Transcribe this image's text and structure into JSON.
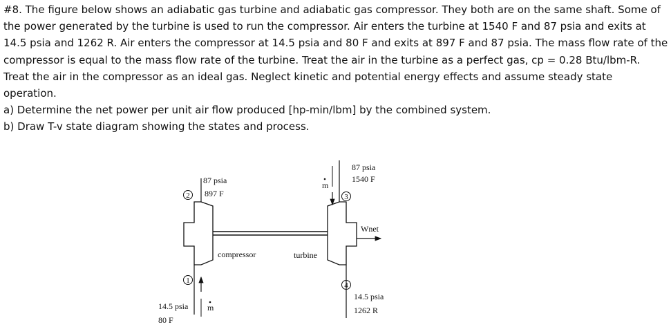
{
  "problem": {
    "statement": "#8. The figure below shows an adiabatic gas turbine and adiabatic gas compressor. They both are on the same shaft. Some of the power generated by the turbine is used to run the compressor. Air enters the turbine at 1540 F and 87 psia and exits at 14.5 psia and 1262 R. Air enters the compressor at 14.5 psia and 80 F and exits at 897 F and 87 psia. The mass flow rate of the compressor is equal to the mass flow rate of the turbine. Treat the air in the turbine as a perfect gas, cp = 0.28 Btu/lbm-R. Treat the air in the compressor as an ideal gas. Neglect kinetic and potential energy effects and assume steady state operation.",
    "part_a": "a) Determine the net power per unit air flow produced [hp-min/lbm] by the combined system.",
    "part_b": "b) Draw T-v state diagram showing the states and process."
  },
  "figure": {
    "compressor_label": "compressor",
    "turbine_label": "turbine",
    "wnet_label": "Wnet",
    "mdot_label": "m",
    "state1": {
      "number": "1",
      "pressure": "14.5 psia",
      "temperature": "80 F"
    },
    "state2": {
      "number": "2",
      "pressure": "87 psia",
      "temperature": "897 F"
    },
    "state3": {
      "number": "3",
      "pressure": "87 psia",
      "temperature": "1540 F"
    },
    "state4": {
      "number": "4",
      "pressure": "14.5 psia",
      "temperature": "1262 R"
    }
  }
}
